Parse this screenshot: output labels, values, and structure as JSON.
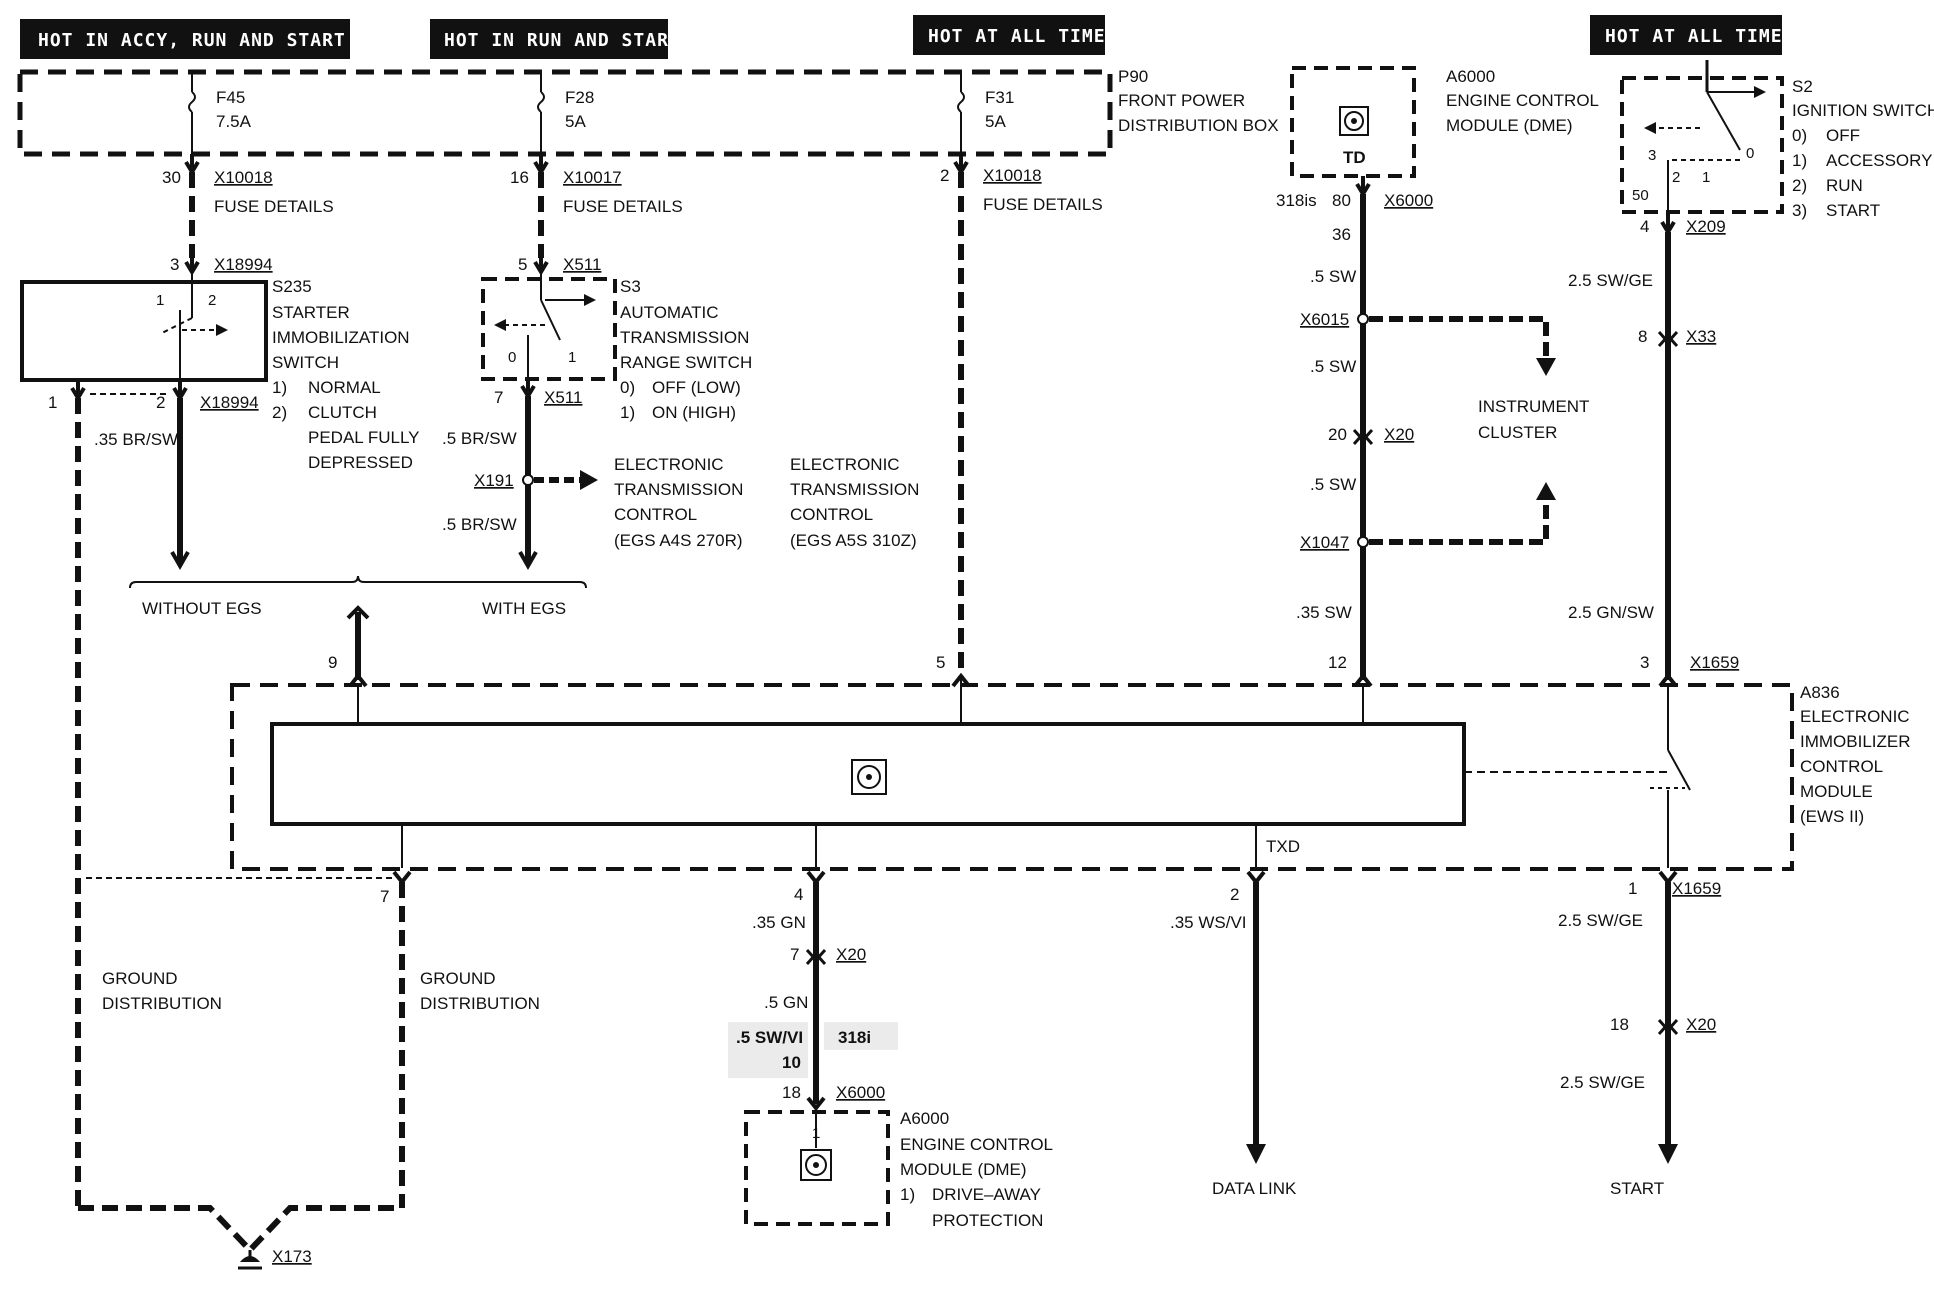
{
  "headers": {
    "h1": "HOT IN ACCY, RUN AND START",
    "h2": "HOT IN RUN AND START",
    "h3": "HOT AT ALL TIMES",
    "h4": "HOT AT ALL TIMES"
  },
  "p90": {
    "id": "P90",
    "l1": "FRONT POWER",
    "l2": "DISTRIBUTION BOX"
  },
  "fuses": {
    "f45": {
      "id": "F45",
      "amp": "7.5A",
      "pin": "30",
      "conn": "X10018",
      "detail": "FUSE DETAILS"
    },
    "f28": {
      "id": "F28",
      "amp": "5A",
      "pin": "16",
      "conn": "X10017",
      "detail": "FUSE DETAILS"
    },
    "f31": {
      "id": "F31",
      "amp": "5A",
      "pin": "2",
      "conn": "X10018",
      "detail": "FUSE DETAILS"
    }
  },
  "s235": {
    "conn_top_pin": "3",
    "conn_top": "X18994",
    "id": "S235",
    "l1": "STARTER",
    "l2": "IMMOBILIZATION",
    "l3": "SWITCH",
    "o1": "1)",
    "o1t": "NORMAL",
    "o2": "2)",
    "o2t": "CLUTCH",
    "o2b": "PEDAL FULLY",
    "o2c": "DEPRESSED",
    "p1": "1",
    "p2": "2",
    "out_pin1": "1",
    "out_pin2": "2",
    "out_conn": "X18994",
    "wire": ".35 BR/SW"
  },
  "s3": {
    "pin_top": "5",
    "conn_top": "X511",
    "id": "S3",
    "l1": "AUTOMATIC",
    "l2": "TRANSMISSION",
    "l3": "RANGE SWITCH",
    "o0": "0)",
    "o0t": "OFF (LOW)",
    "o1": "1)",
    "o1t": "ON (HIGH)",
    "p0": "0",
    "p1": "1",
    "pin_bot": "7",
    "conn_bot": "X511",
    "wire1": ".5 BR/SW",
    "x191": "X191",
    "wire2": ".5 BR/SW"
  },
  "egs": {
    "a1": "ELECTRONIC",
    "a2": "TRANSMISSION",
    "a3": "CONTROL",
    "a4": "(EGS A4S 270R)",
    "b1": "ELECTRONIC",
    "b2": "TRANSMISSION",
    "b3": "CONTROL",
    "b4": "(EGS A5S 310Z)",
    "without": "WITHOUT EGS",
    "with": "WITH EGS"
  },
  "a6000top": {
    "id": "A6000",
    "l1": "ENGINE CONTROL",
    "l2": "MODULE (DME)",
    "td": "TD",
    "variant": "318is",
    "pin80": "80",
    "conn": "X6000",
    "pin36": "36",
    "w1": ".5 SW",
    "x6015": "X6015",
    "w2": ".5 SW",
    "pin20": "20",
    "x20": "X20",
    "w3": ".5 SW",
    "x1047": "X1047",
    "w4": ".35 SW",
    "pin12": "12"
  },
  "cluster": {
    "l1": "INSTRUMENT",
    "l2": "CLUSTER"
  },
  "s2": {
    "id": "S2",
    "title": "IGNITION SWITCH",
    "o0": "0)",
    "o0t": "OFF",
    "o1": "1)",
    "o1t": "ACCESSORY",
    "o2": "2)",
    "o2t": "RUN",
    "o3": "3)",
    "o3t": "START",
    "p3": "3",
    "p2": "2",
    "p1": "1",
    "p0": "0",
    "p50": "50",
    "pin4": "4",
    "conn": "X209",
    "w1": "2.5 SW/GE",
    "pin8": "8",
    "x33": "X33",
    "w2": "2.5 GN/SW",
    "pin3": "3",
    "x1659": "X1659"
  },
  "a836": {
    "id": "A836",
    "l1": "ELECTRONIC",
    "l2": "IMMOBILIZER",
    "l3": "CONTROL",
    "l4": "MODULE",
    "l5": "(EWS II)",
    "pin9": "9",
    "pin5": "5",
    "txd": "TXD"
  },
  "bottom": {
    "pin7": "7",
    "gnd1a": "GROUND",
    "gnd1b": "DISTRIBUTION",
    "gnd2a": "GROUND",
    "gnd2b": "DISTRIBUTION",
    "x173": "X173",
    "pin4": "4",
    "w35gn": ".35 GN",
    "pin7b": "7",
    "x20": "X20",
    "w5gn": ".5 GN",
    "w5swvi": ".5 SW/VI",
    "v318i": "318i",
    "pin10": "10",
    "pin18": "18",
    "x6000": "X6000",
    "a6000": "A6000",
    "ecm1": "ENGINE CONTROL",
    "ecm2": "MODULE (DME)",
    "ecm3": "1)",
    "ecm3t": "DRIVE–AWAY",
    "ecm4": "PROTECTION",
    "pin1": "1",
    "pin2": "2",
    "wws": ".35 WS/VI",
    "datalink": "DATA LINK",
    "pin1b": "1",
    "x1659": "X1659",
    "w25": "2.5 SW/GE",
    "pin18b": "18",
    "x20b": "X20",
    "w25b": "2.5 SW/GE",
    "start": "START"
  }
}
